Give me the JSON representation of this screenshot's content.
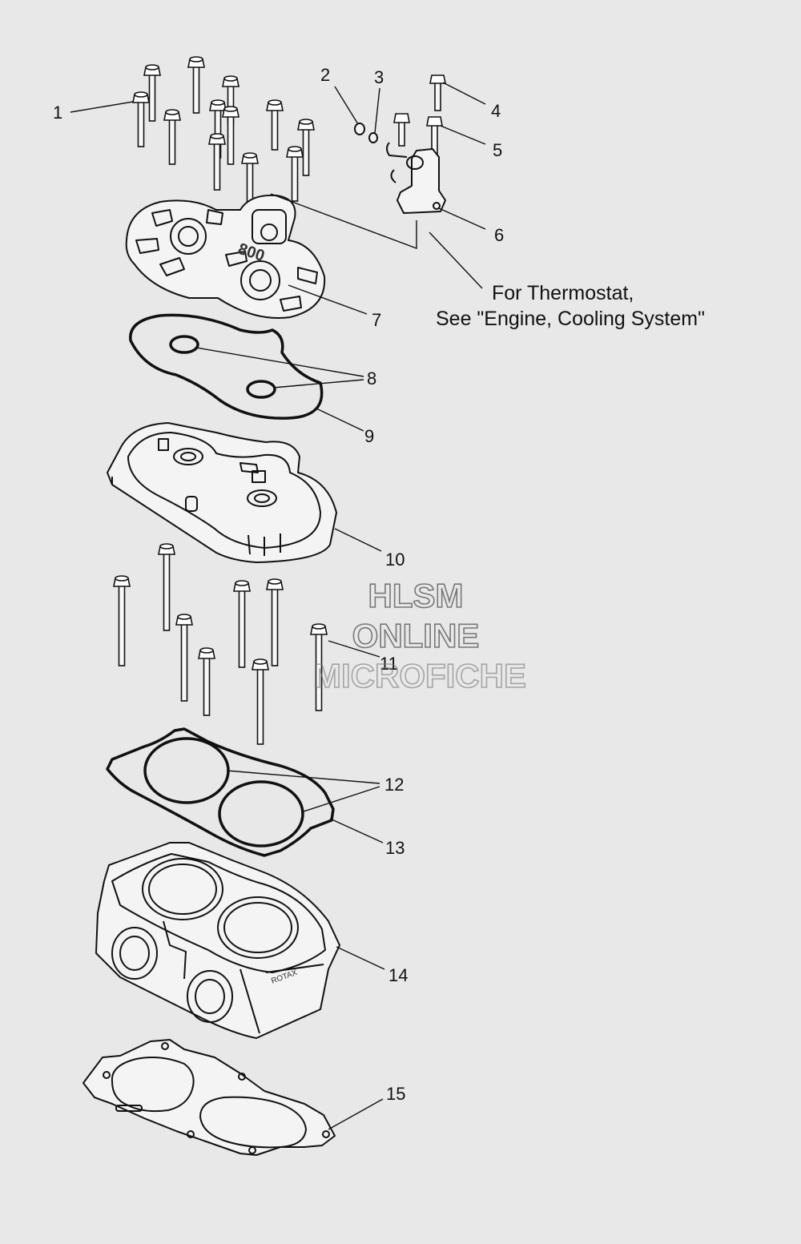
{
  "callouts": [
    {
      "id": "1",
      "label": "1"
    },
    {
      "id": "2",
      "label": "2"
    },
    {
      "id": "3",
      "label": "3"
    },
    {
      "id": "4",
      "label": "4"
    },
    {
      "id": "5",
      "label": "5"
    },
    {
      "id": "6",
      "label": "6"
    },
    {
      "id": "7",
      "label": "7"
    },
    {
      "id": "8",
      "label": "8"
    },
    {
      "id": "9",
      "label": "9"
    },
    {
      "id": "10",
      "label": "10"
    },
    {
      "id": "11",
      "label": "11"
    },
    {
      "id": "12",
      "label": "12"
    },
    {
      "id": "13",
      "label": "13"
    },
    {
      "id": "14",
      "label": "14"
    },
    {
      "id": "15",
      "label": "15"
    }
  ],
  "note": {
    "line1": "For Thermostat,",
    "line2": "See \"Engine, Cooling System\""
  },
  "watermark": {
    "line1": "HLSM",
    "line2": "ONLINE",
    "line3": "MICROFICHE"
  },
  "head_cover_logo": "800",
  "colors": {
    "background": "#e8e8e8",
    "line": "#111111",
    "watermark": "#777777"
  }
}
